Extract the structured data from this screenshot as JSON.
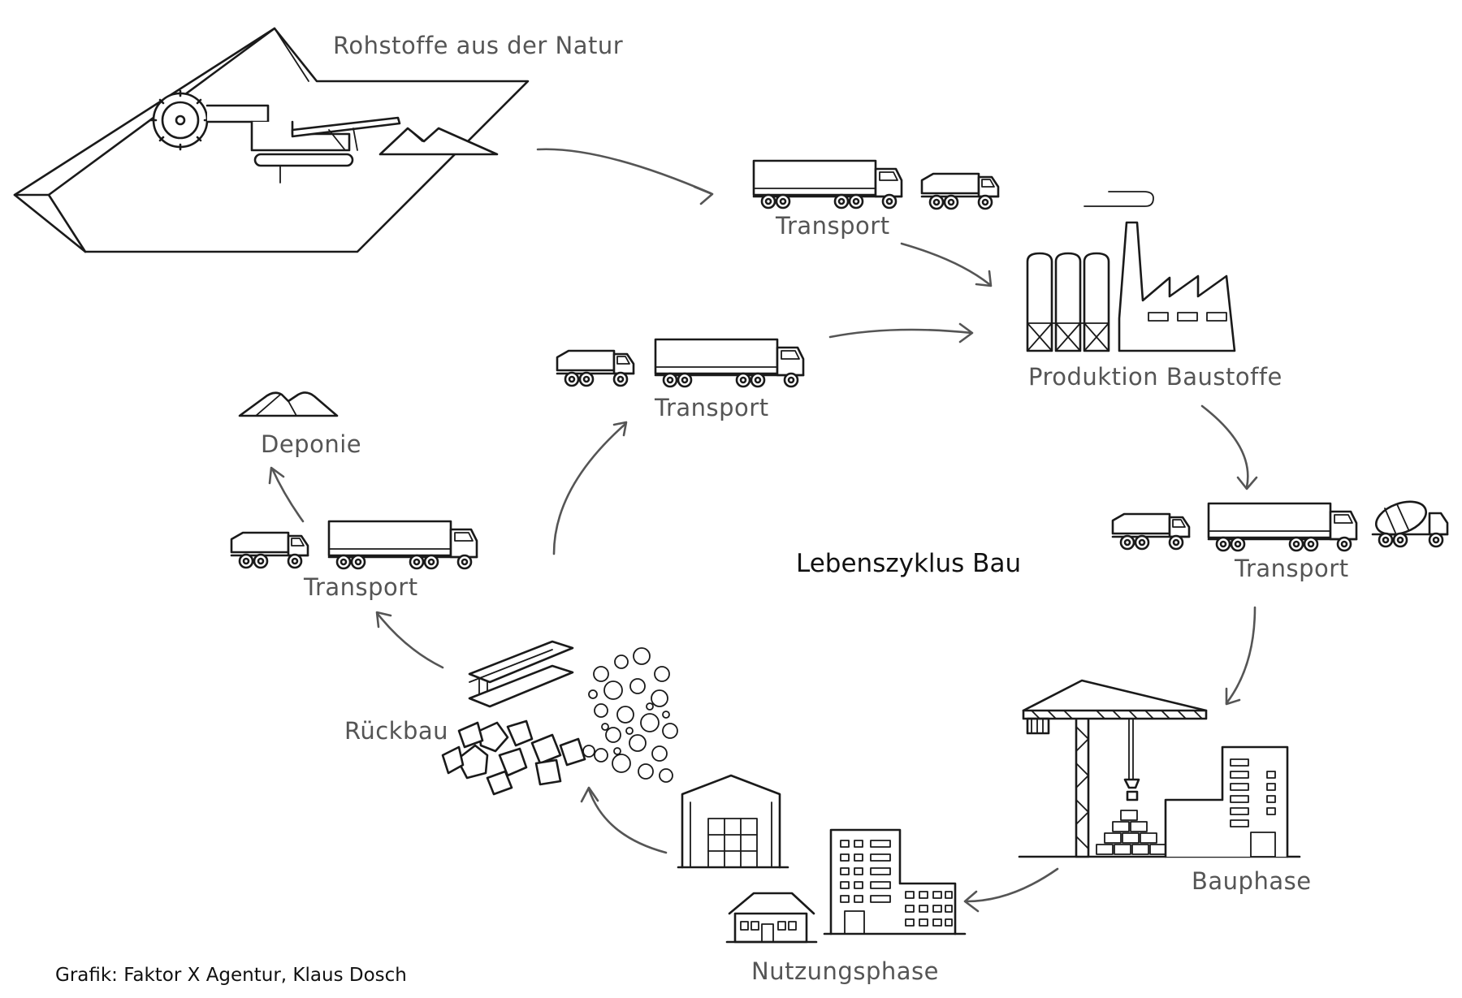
{
  "title": "Lebenszyklus Bau",
  "credit": "Grafik: Faktor X Agentur, Klaus Dosch",
  "stages": {
    "rohstoffe": "Rohstoffe aus der Natur",
    "transport_1": "Transport",
    "produktion": "Produktion Baustoffe",
    "transport_2": "Transport",
    "bauphase": "Bauphase",
    "nutzungsphase": "Nutzungsphase",
    "rueckbau": "Rückbau",
    "transport_3": "Transport",
    "deponie": "Deponie",
    "transport_4": "Transport"
  },
  "icons": {
    "rohstoffe": "bucket-wheel-excavator-icon",
    "transport": "truck-icon",
    "produktion": "factory-icon",
    "bauphase": "crane-icon",
    "nutzungsphase": "buildings-icon",
    "rueckbau": "rubble-icon",
    "deponie": "pile-icon"
  }
}
